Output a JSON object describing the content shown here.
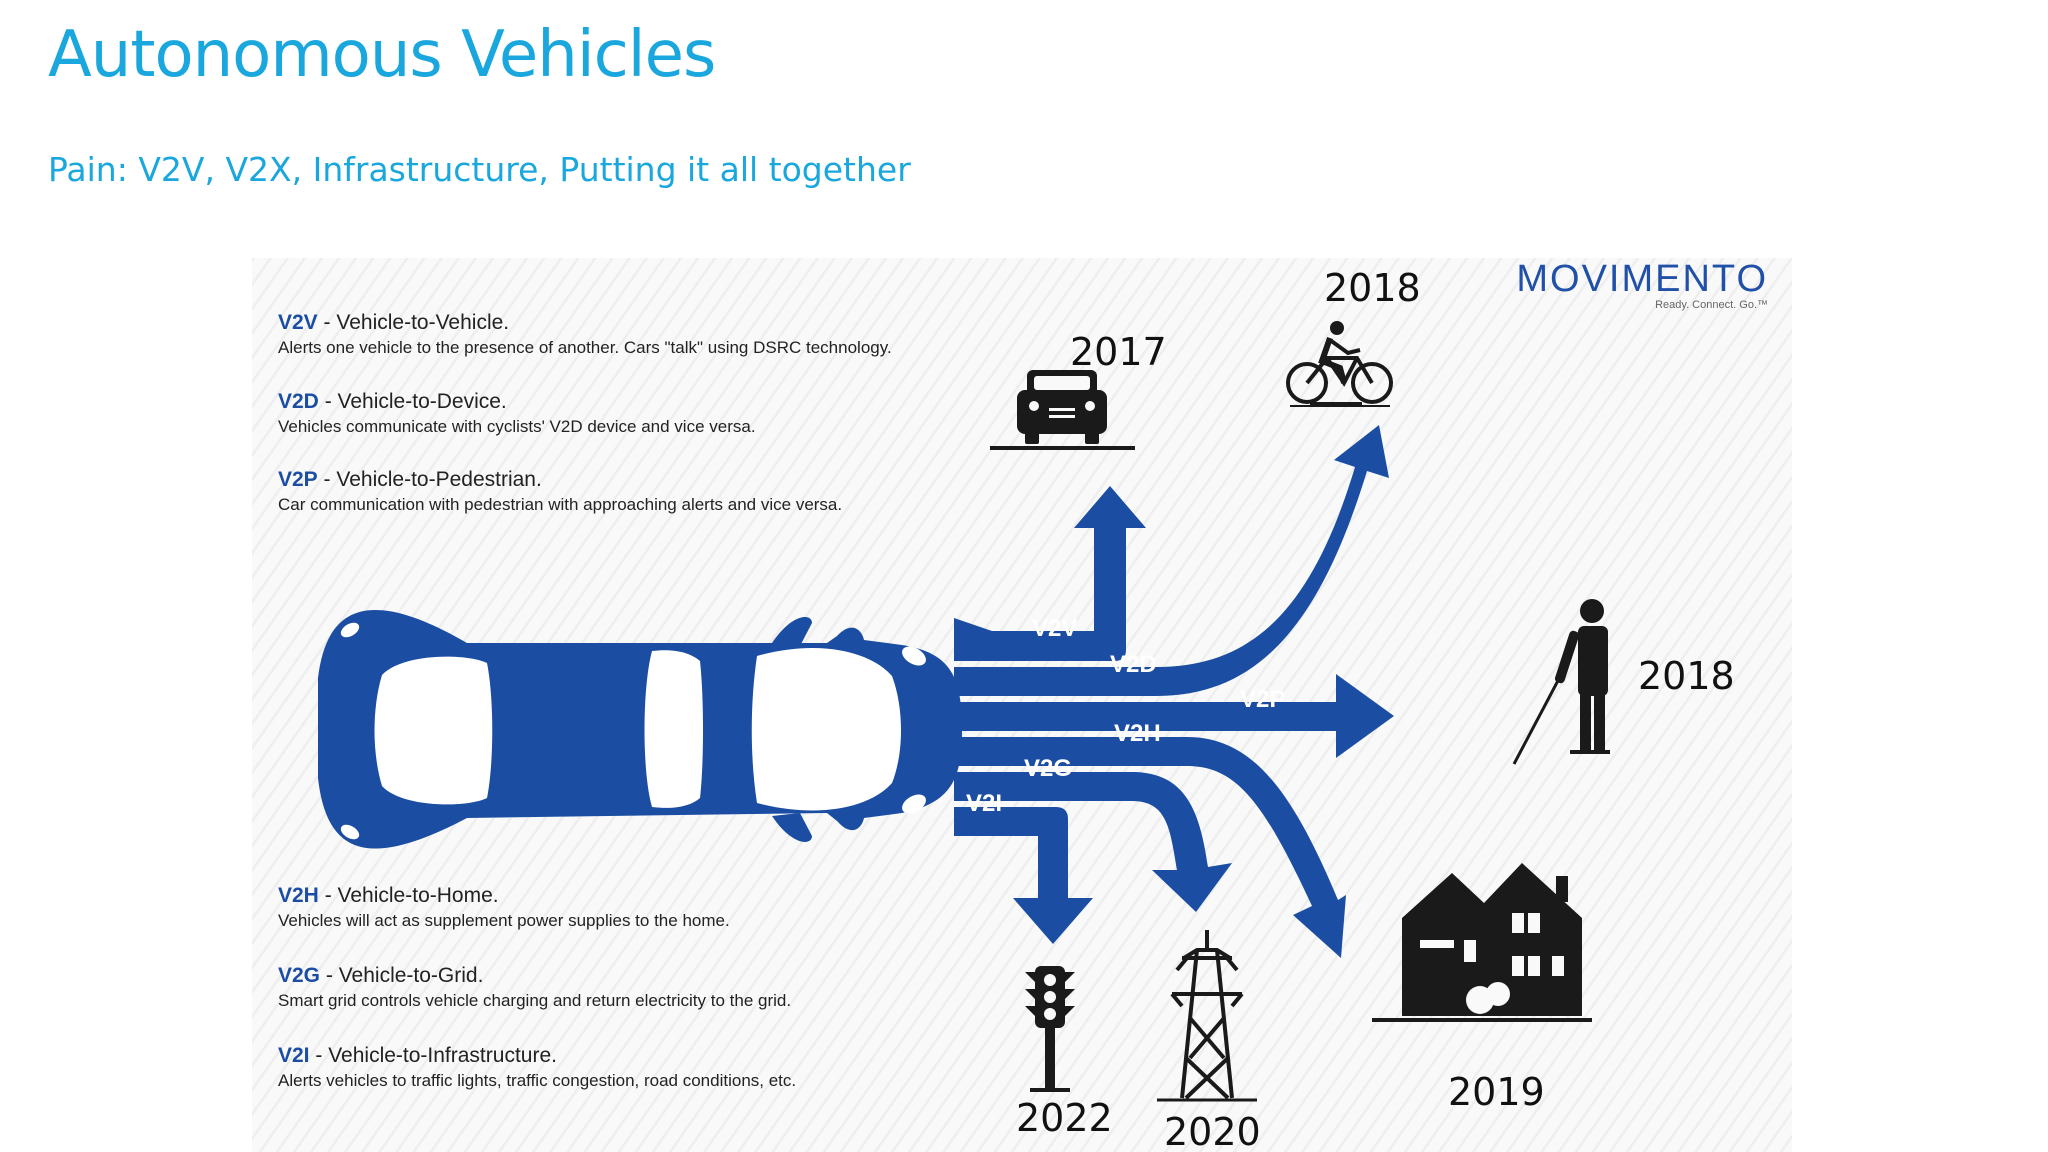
{
  "slide": {
    "title": "Autonomous Vehicles",
    "subtitle": "Pain: V2V, V2X, Infrastructure, Putting it all together"
  },
  "infographic": {
    "brand": {
      "name": "MOVIMENTO",
      "tagline": "Ready. Connect. Go.™"
    },
    "colors": {
      "accent": "#1b4ea3",
      "title": "#1aa7de",
      "icon": "#1a1a1a"
    },
    "descriptions": [
      {
        "abbr": "V2V",
        "name": " - Vehicle-to-Vehicle.",
        "text": "Alerts one vehicle to the presence of another. Cars \"talk\" using DSRC technology."
      },
      {
        "abbr": "V2D",
        "name": " - Vehicle-to-Device.",
        "text": "Vehicles communicate with cyclists' V2D device and vice versa."
      },
      {
        "abbr": "V2P",
        "name": " - Vehicle-to-Pedestrian.",
        "text": "Car communication with pedestrian with approaching alerts and vice versa."
      },
      {
        "abbr": "V2H",
        "name": " - Vehicle-to-Home.",
        "text": "Vehicles will act as supplement power supplies to the home."
      },
      {
        "abbr": "V2G",
        "name": " - Vehicle-to-Grid.",
        "text": "Smart grid controls vehicle charging and return electricity to the grid."
      },
      {
        "abbr": "V2I",
        "name": " - Vehicle-to-Infrastructure.",
        "text": "Alerts vehicles to traffic lights, traffic congestion, road conditions, etc."
      }
    ],
    "links": [
      {
        "label": "V2V",
        "target_icon": "car-icon",
        "year": "2017"
      },
      {
        "label": "V2D",
        "target_icon": "cyclist-icon",
        "year": "2018"
      },
      {
        "label": "V2P",
        "target_icon": "pedestrian-icon",
        "year": "2018"
      },
      {
        "label": "V2H",
        "target_icon": "house-icon",
        "year": "2019"
      },
      {
        "label": "V2G",
        "target_icon": "power-tower-icon",
        "year": "2020"
      },
      {
        "label": "V2I",
        "target_icon": "traffic-light-icon",
        "year": "2022"
      }
    ]
  }
}
